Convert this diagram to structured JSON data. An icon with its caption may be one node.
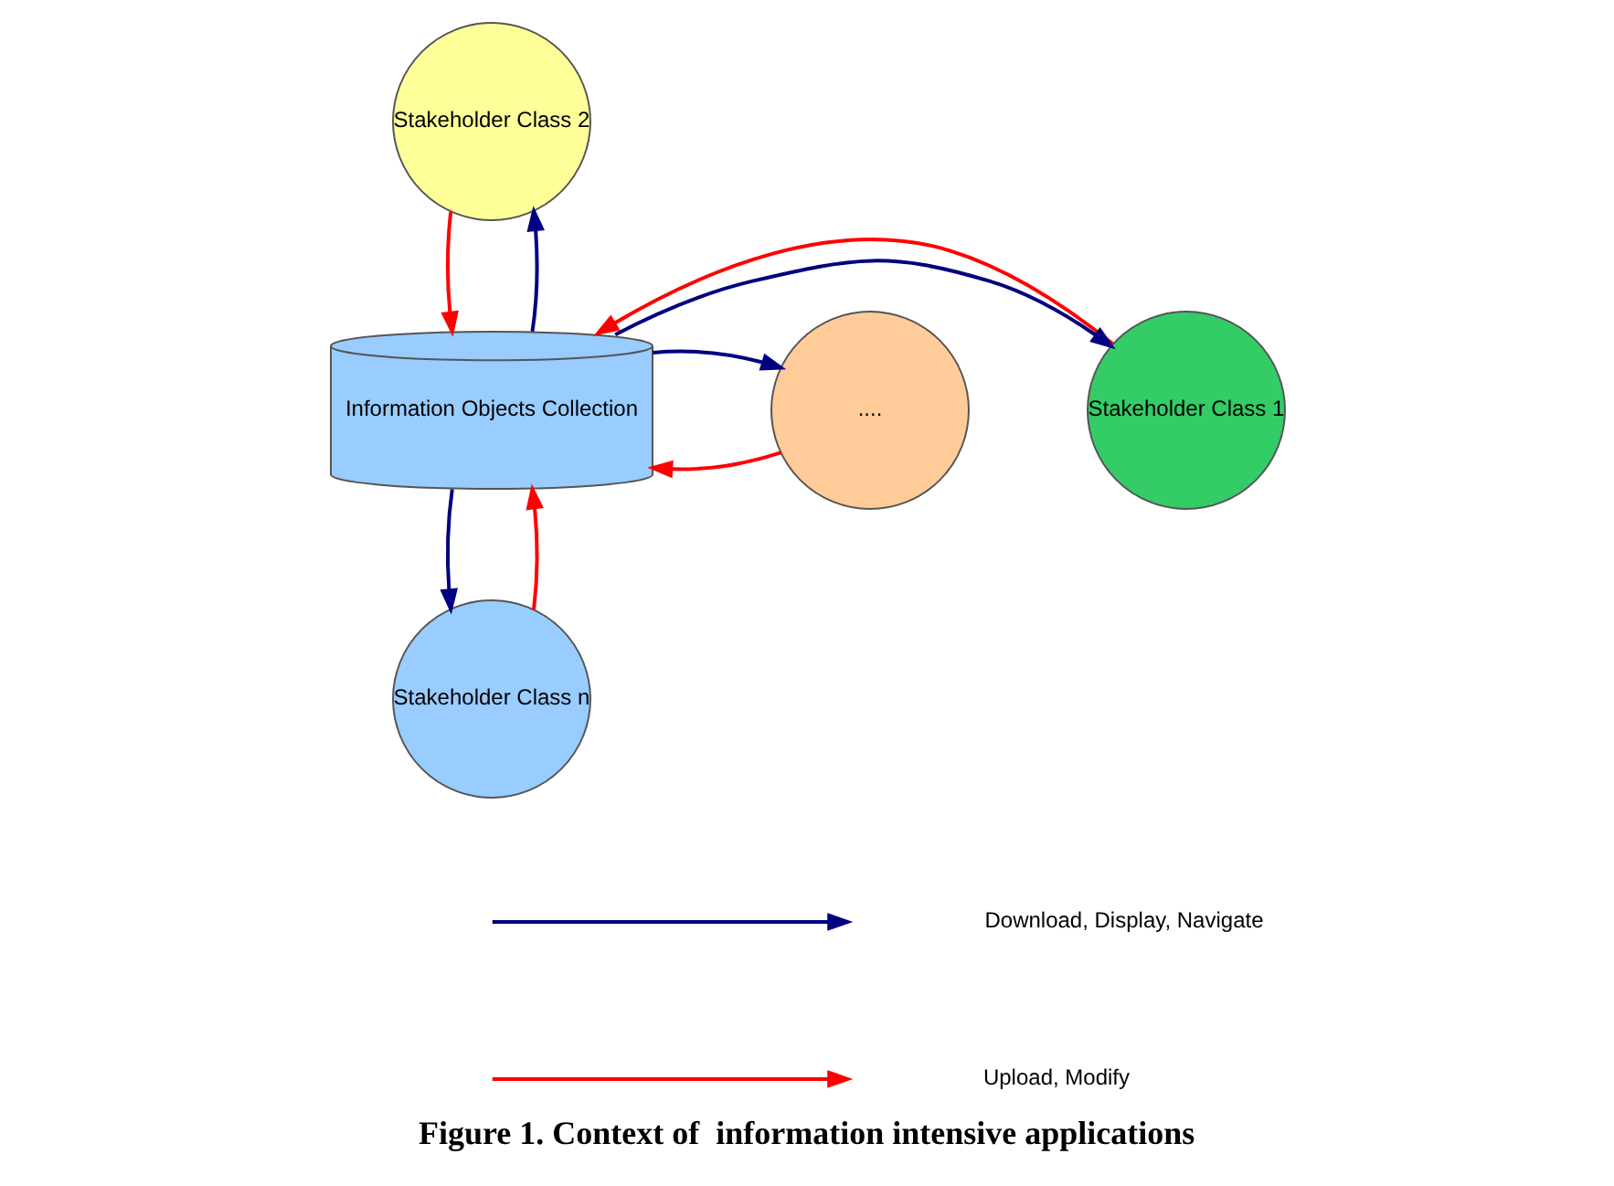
{
  "diagram": {
    "caption": "Figure 1. Context of  information intensive applications",
    "nodes": [
      {
        "text": [
          "Stakeholder Class 2"
        ]
      },
      {
        "text": [
          "Stakeholder Class 1"
        ]
      },
      {
        "text": [
          "Information Objects Collection"
        ]
      },
      {
        "text": [
          "...."
        ]
      },
      {
        "text": [
          "Stakeholder Class n"
        ]
      }
    ],
    "edges": [
      {
        "from": 0,
        "to": 2,
        "arrow": "to",
        "color": "#ff0000"
      },
      {
        "from": 2,
        "to": 0,
        "arrow": "to",
        "color": "#000080"
      },
      {
        "from": 2,
        "to": 1,
        "arrow": "to",
        "color": "#000080"
      },
      {
        "from": 1,
        "to": 2,
        "arrow": "to",
        "color": "#ff0000"
      },
      {
        "from": 3,
        "to": 2,
        "arrow": "to",
        "color": "#ff0000"
      },
      {
        "from": 2,
        "to": 3,
        "arrow": "to",
        "color": "#000080"
      },
      {
        "from": 4,
        "to": 2,
        "arrow": "to",
        "color": "#ff0000"
      },
      {
        "from": 2,
        "to": 4,
        "arrow": "to",
        "color": "#000080"
      }
    ],
    "legend": [
      {
        "text": "Download, Display, Navigate"
      },
      {
        "text": "Upload, Modify"
      }
    ]
  }
}
